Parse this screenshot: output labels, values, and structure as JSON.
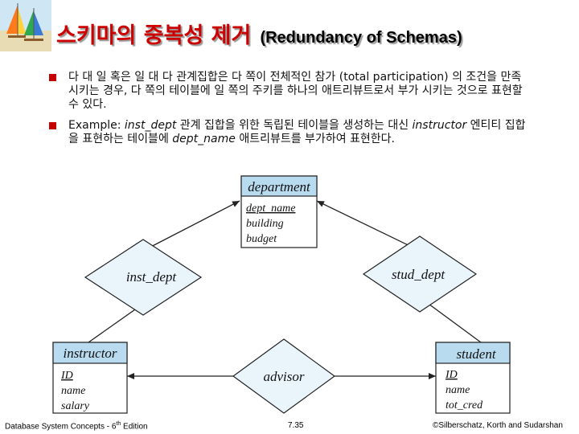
{
  "slide": {
    "title_ko": "스키마의 중복성 제거",
    "title_en": "(Redundancy of Schemas)"
  },
  "bullets": [
    {
      "text": "다 대 일 혹은 일 대 다 관계집합은 다 쪽이 전체적인 참가 (total participation) 의 조건을 만족시키는 경우, 다 쪽의 테이블에 일 쪽의 주키를 하나의 애트리뷰트로서 부가 시키는 것으로 표현할 수 있다."
    },
    {
      "prefix": "Example: ",
      "term1": "inst_dept",
      "mid1": " 관계 집합을 위한 독립된 테이블을 생성하는 대신 ",
      "term2": "instructor",
      "mid2": " 엔티티 집합을 표현하는 테이블에 ",
      "term3": "dept_name",
      "suffix": " 애트리뷰트를 부가하여 표현한다."
    }
  ],
  "diagram": {
    "entities": {
      "department": {
        "name": "department",
        "attributes": [
          "dept_name",
          "building",
          "budget"
        ]
      },
      "instructor": {
        "name": "instructor",
        "attributes": [
          "ID",
          "name",
          "salary"
        ]
      },
      "student": {
        "name": "student",
        "attributes": [
          "ID",
          "name",
          "tot_cred"
        ]
      }
    },
    "relationships": {
      "inst_dept": "inst_dept",
      "stud_dept": "stud_dept",
      "advisor": "advisor"
    },
    "colors": {
      "entity_header": "#b9dbf0",
      "relationship_fill": "#e9f4fb",
      "line": "#222222"
    }
  },
  "footer": {
    "left_main": "Database System Concepts - 6",
    "left_sup": "th",
    "left_end": " Edition",
    "center": "7.35",
    "right": "©Silberschatz, Korth and Sudarshan"
  }
}
